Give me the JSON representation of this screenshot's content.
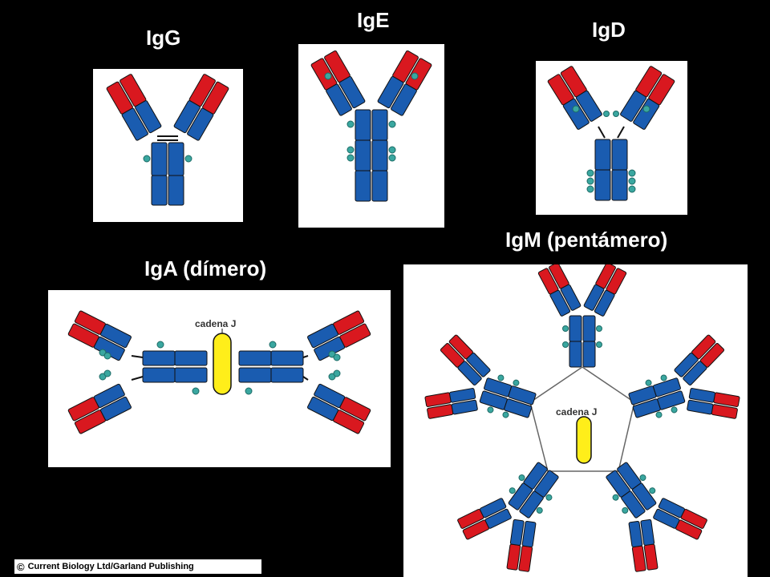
{
  "titles": {
    "igg": "IgG",
    "ige": "IgE",
    "igd": "IgD",
    "iga": "IgA (dímero)",
    "igm": "IgM (pentámero)"
  },
  "labels": {
    "j_chain_iga": "cadena J",
    "j_chain_igm": "cadena J"
  },
  "copyright": {
    "symbol": "©",
    "text": "Current Biology Ltd/Garland Publishing"
  },
  "colors": {
    "background": "#000000",
    "panel": "#ffffff",
    "heavy_chain": "#1a5cb0",
    "light_chain": "#d9181f",
    "carbohydrate": "#3aa7a0",
    "j_chain": "#ffee1a",
    "outline": "#111111"
  }
}
